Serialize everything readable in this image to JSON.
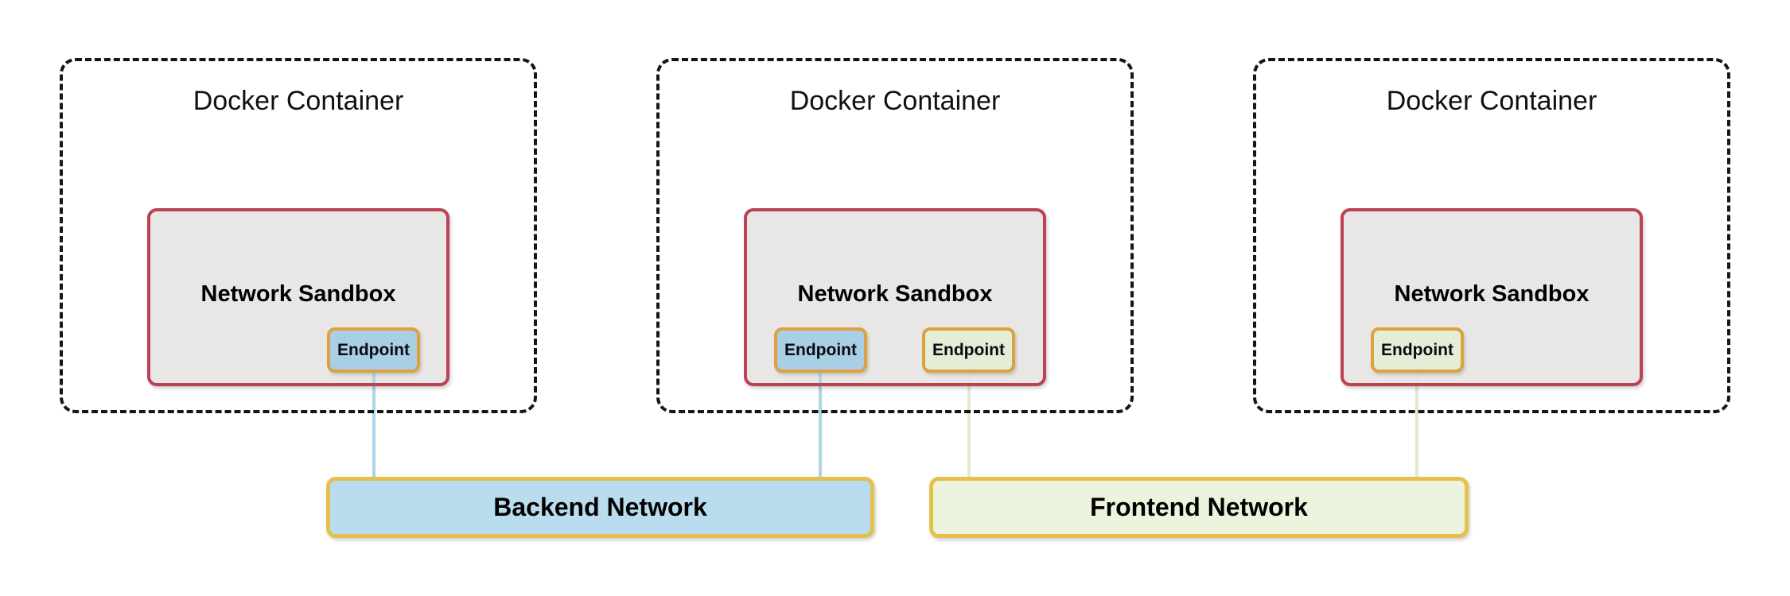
{
  "containers": [
    {
      "title": "Docker Container",
      "sandbox": {
        "label": "Network Sandbox",
        "endpoints": [
          {
            "label": "Endpoint",
            "color": "blue",
            "connects_to": "Backend Network"
          }
        ]
      }
    },
    {
      "title": "Docker Container",
      "sandbox": {
        "label": "Network Sandbox",
        "endpoints": [
          {
            "label": "Endpoint",
            "color": "blue",
            "connects_to": "Backend Network"
          },
          {
            "label": "Endpoint",
            "color": "green",
            "connects_to": "Frontend Network"
          }
        ]
      }
    },
    {
      "title": "Docker Container",
      "sandbox": {
        "label": "Network Sandbox",
        "endpoints": [
          {
            "label": "Endpoint",
            "color": "green",
            "connects_to": "Frontend Network"
          }
        ]
      }
    }
  ],
  "networks": [
    {
      "label": "Backend Network",
      "color": "blue"
    },
    {
      "label": "Frontend Network",
      "color": "green"
    }
  ],
  "connections": [
    {
      "from": "container-1 endpoint-1",
      "to": "Backend Network"
    },
    {
      "from": "container-2 endpoint-1",
      "to": "Backend Network"
    },
    {
      "from": "container-2 endpoint-2",
      "to": "Frontend Network"
    },
    {
      "from": "container-3 endpoint-1",
      "to": "Frontend Network"
    }
  ],
  "colors": {
    "background": "#ffffff",
    "container_dashed_border": "#161616",
    "sandbox_fill": "#e8e7e5",
    "sandbox_border": "#bc4152",
    "endpoint_border": "#dfa03f",
    "endpoint_blue_fill": "#a8cfe3",
    "endpoint_green_fill": "#e4eed6",
    "backend_network_fill": "#b9dcee",
    "frontend_network_fill": "#ecf4dd",
    "network_border": "#e5c04a",
    "connector_blue": "#aed4e7",
    "connector_green": "#dfe9d3",
    "text": "#000000"
  }
}
